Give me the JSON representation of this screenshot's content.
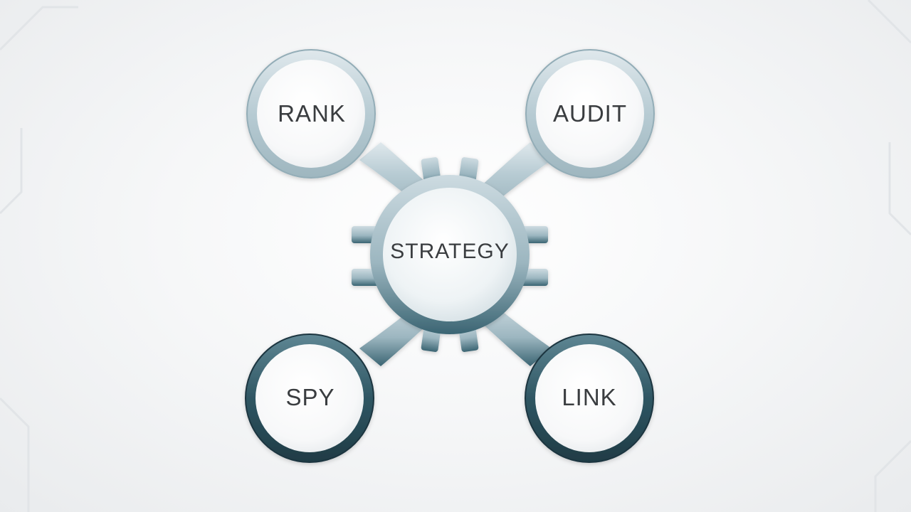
{
  "diagram": {
    "center": {
      "label": "STRATEGY",
      "icon": "gear-icon"
    },
    "nodes": [
      {
        "id": "rank",
        "label": "RANK"
      },
      {
        "id": "audit",
        "label": "AUDIT"
      },
      {
        "id": "spy",
        "label": "SPY"
      },
      {
        "id": "link",
        "label": "LINK"
      }
    ]
  },
  "colors": {
    "light_frame": "#b9cdd5",
    "light_frame_edge": "#8fa9b3",
    "dark_frame": "#2f5663",
    "dark_frame_edge": "#1f3b45",
    "circle_fill": "#ffffff",
    "text": "#3a3d40"
  }
}
